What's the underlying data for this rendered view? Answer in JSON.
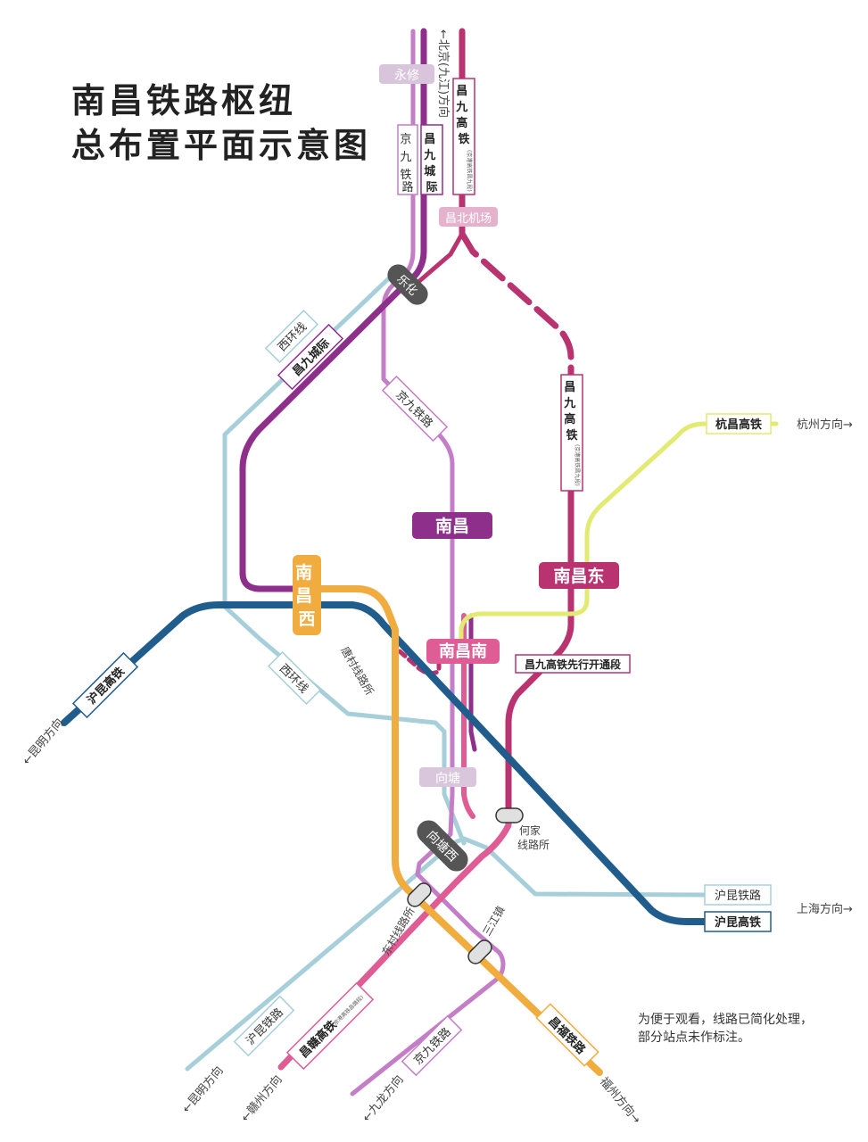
{
  "title_line1": "南昌铁路枢纽",
  "title_line2": "总布置平面示意图",
  "note_line1": "为便于观看，线路已简化处理，",
  "note_line2": "部分站点未作标注。",
  "colors": {
    "jingjiu": "#c47ec7",
    "changjiu_intercity": "#8e2f8c",
    "changjiu_hsr": "#b8336f",
    "changgan_hsr": "#df5c94",
    "huokun_rail": "#a7cfd9",
    "huokun_hsr": "#215d8c",
    "hangchang": "#e3ea72",
    "changfu": "#f0ac3e",
    "junction": "#e0e0e0",
    "station_dark": "#555555"
  },
  "lines": {
    "jingjiu_rail": "京九铁路",
    "changjiu_intercity": "昌九城际",
    "changjiu_hsr": "昌九高铁",
    "changjiu_hsr_sub": "(京港高铁昌九段)",
    "xihuan": "西环线",
    "hangchang": "杭昌高铁",
    "huokun_hsr": "沪昆高铁",
    "huokun_rail": "沪昆铁路",
    "changgan_hsr": "昌赣高铁",
    "changgan_sub": "(京港高铁昌赣段)",
    "changfu": "昌福铁路",
    "changjiu_early": "昌九高铁先行开通段"
  },
  "stations": {
    "yongxiu": "永修",
    "changbei_airport": "昌北机场",
    "lehua": "乐化",
    "nanchang": "南昌",
    "nanchang_east": "南昌东",
    "nanchang_west": "南昌西",
    "nanchang_south": "南昌南",
    "xiangtang": "向塘",
    "xiangtang_west": "向塘西",
    "sanjiang": "三江镇"
  },
  "junctions": {
    "tangcun": "唐村线路所",
    "hejia": "何家线路所",
    "dongcun": "东村线路所"
  },
  "directions": {
    "beijing": "←北京(九江)方向",
    "hangzhou": "杭州方向→",
    "kunming_top": "←昆明方向",
    "shanghai": "上海方向→",
    "kunming_bottom": "←昆明方向",
    "ganzhou": "←赣州方向",
    "jiulong": "←九龙方向",
    "fuzhou": "福州方向→"
  }
}
